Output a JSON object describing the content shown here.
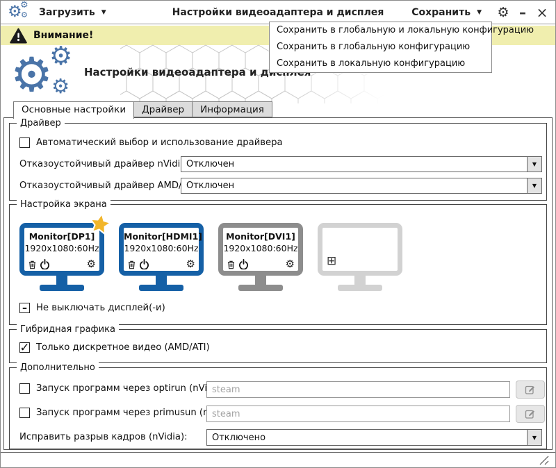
{
  "titlebar": {
    "load_label": "Загрузить",
    "title": "Настройки видеоадаптера и дисплея",
    "save_label": "Сохранить"
  },
  "save_menu": {
    "items": [
      "Сохранить в глобальную и локальную конфигурацию",
      "Сохранить в глобальную конфигурацию",
      "Сохранить в локальную конфигурацию"
    ]
  },
  "warning": {
    "text": "Внимание!"
  },
  "header": {
    "title": "Настройки видеоадаптера и дисплея"
  },
  "tabs": [
    {
      "label": "Основные настройки",
      "active": true
    },
    {
      "label": "Драйвер",
      "active": false
    },
    {
      "label": "Информация",
      "active": false
    }
  ],
  "driver_group": {
    "legend": "Драйвер",
    "auto_driver_label": "Автоматический выбор и использование драйвера",
    "nvidia_failsafe_label": "Отказоустойчивый драйвер nVidia:",
    "nvidia_failsafe_value": "Отключен",
    "amd_failsafe_label": "Отказоустойчивый драйвер AMD/ATI:",
    "amd_failsafe_value": "Отключен"
  },
  "screen_group": {
    "legend": "Настройка экрана",
    "monitors": [
      {
        "name": "Monitor[DP1]",
        "mode": "1920x1080:60Hz",
        "primary": true,
        "state": "connected"
      },
      {
        "name": "Monitor[HDMI1]",
        "mode": "1920x1080:60Hz",
        "primary": false,
        "state": "connected"
      },
      {
        "name": "Monitor[DVI1]",
        "mode": "1920x1080:60Hz",
        "primary": false,
        "state": "inactive"
      },
      {
        "name": "",
        "mode": "",
        "primary": false,
        "state": "empty"
      }
    ],
    "keep_display_on_label": "Не выключать дисплей(-и)"
  },
  "hybrid_group": {
    "legend": "Гибридная графика",
    "discrete_only_label": "Только дискретное видео (AMD/ATI)"
  },
  "extra_group": {
    "legend": "Дополнительно",
    "optirun_label": "Запуск программ через optirun (nVidia):",
    "optirun_placeholder": "steam",
    "primusun_label": "Запуск программ через primusun (nVidia):",
    "primusun_placeholder": "steam",
    "frame_tearing_label": "Исправить разрыв кадров (nVidia):",
    "frame_tearing_value": "Отключено"
  },
  "icons": {
    "caret_down": "▼",
    "combo_arrow": "▼",
    "gear": "⚙",
    "minimize": "–",
    "close": "×",
    "add": "⊞",
    "check": "✓",
    "dash": "–"
  },
  "colors": {
    "warning_bg": "#f0eeae",
    "monitor_active": "#1560a6",
    "monitor_inactive": "#8d8d8d",
    "monitor_empty": "#d2d2d2",
    "star": "#f2b62b",
    "logo_blue": "#4a74a8"
  }
}
